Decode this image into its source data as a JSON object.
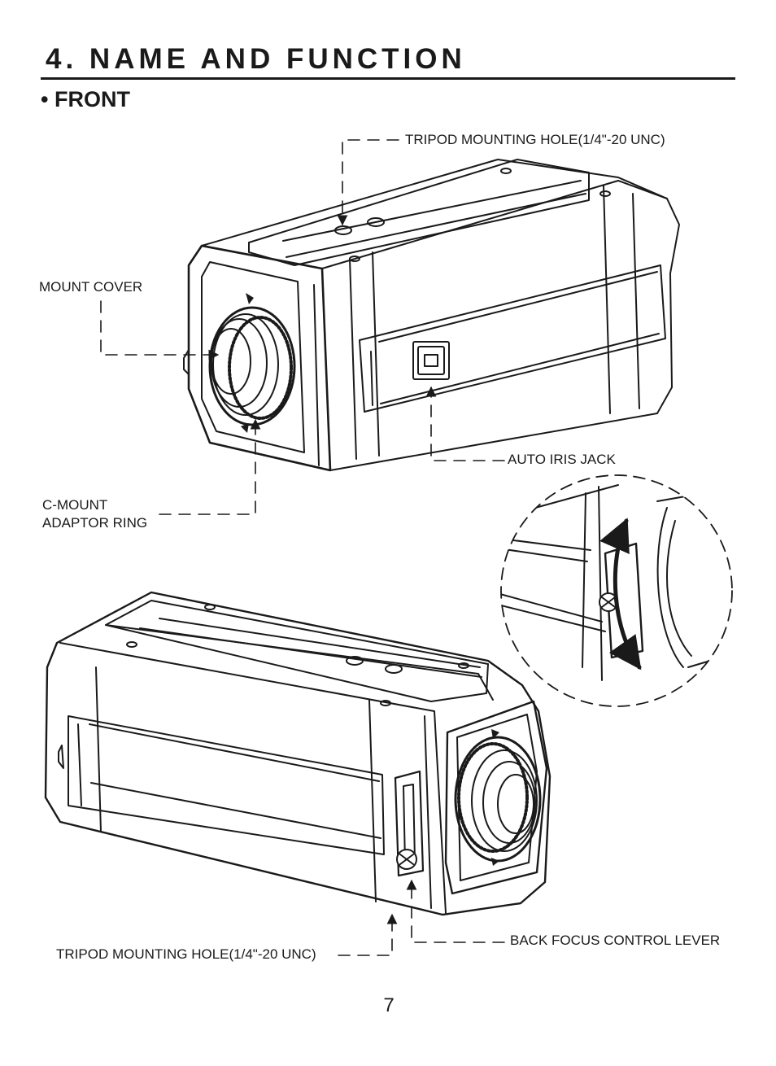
{
  "page": {
    "title": "4. NAME AND FUNCTION",
    "section": "• FRONT",
    "page_number": "7"
  },
  "labels": {
    "tripod_top": "TRIPOD MOUNTING HOLE(1/4\"-20 UNC)",
    "mount_cover": "MOUNT COVER",
    "auto_iris": "AUTO IRIS JACK",
    "cmount_line1": "C-MOUNT",
    "cmount_line2": "ADAPTOR RING",
    "back_focus": "BACK FOCUS CONTROL LEVER",
    "tripod_bottom": "TRIPOD MOUNTING HOLE(1/4\"-20 UNC)"
  }
}
